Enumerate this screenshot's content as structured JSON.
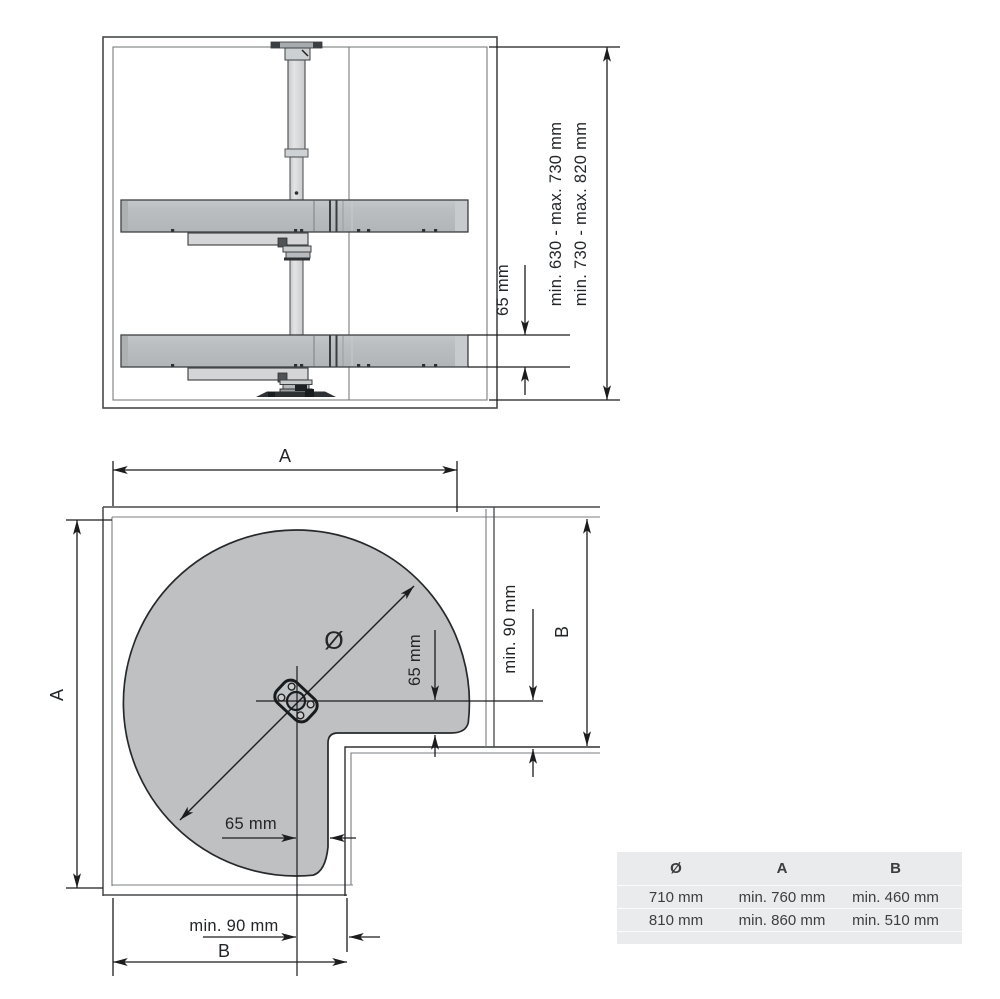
{
  "page": {
    "bg": "#ffffff"
  },
  "colors": {
    "dim_line": "#1c1c1e",
    "wall": "#46494b",
    "wall_light": "#7a7d7f",
    "shelf_fill": "#bbbec0",
    "tray_fill": "#bec0c2",
    "pole_fill": "#d9dbdc",
    "table_bg": "#e9ebed",
    "table_text": "#3b3e40"
  },
  "front_view": {
    "height_label_1": "min. 630 - max. 730 mm",
    "height_label_2": "min. 730 - max. 820 mm",
    "shelf_rim_label": "65 mm"
  },
  "plan_view": {
    "label_a": "A",
    "label_b": "B",
    "label_diameter": "Ø",
    "label_offset": "65 mm",
    "label_clearance": "min. 90 mm"
  },
  "table": {
    "headers": [
      "Ø",
      "A",
      "B"
    ],
    "rows": [
      [
        "710 mm",
        "min. 760 mm",
        "min. 460 mm"
      ],
      [
        "810 mm",
        "min. 860 mm",
        "min. 510 mm"
      ]
    ]
  }
}
